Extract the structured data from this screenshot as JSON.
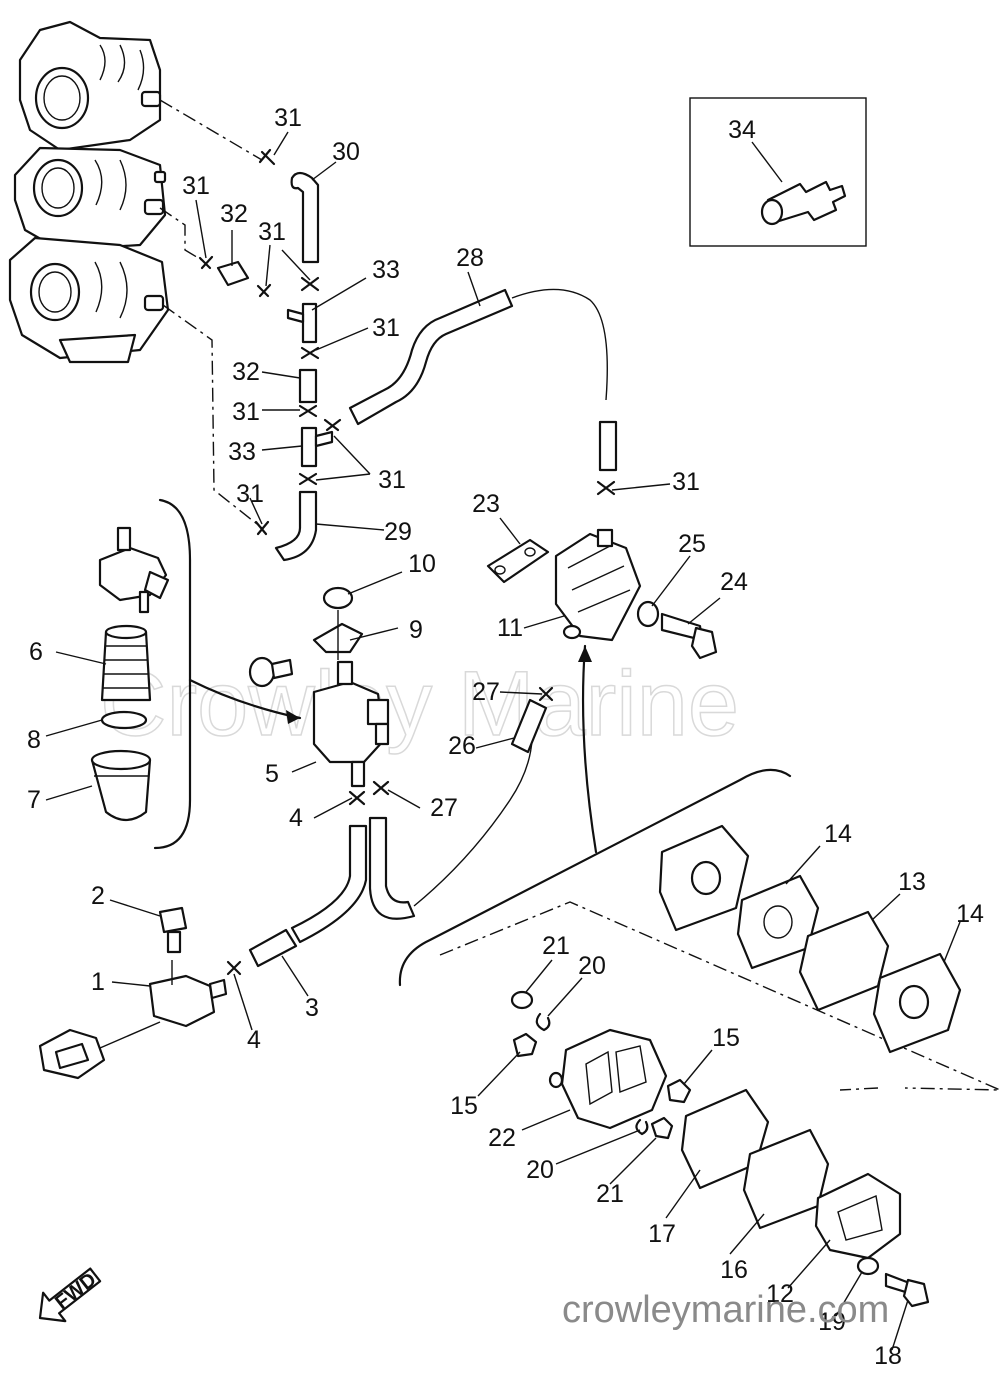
{
  "watermark": "Crowley Marine",
  "website": "crowleymarine.com",
  "fwd_label": "FWD",
  "callouts": [
    {
      "id": "c1",
      "label": "1"
    },
    {
      "id": "c2",
      "label": "2"
    },
    {
      "id": "c3",
      "label": "3"
    },
    {
      "id": "c4a",
      "label": "4"
    },
    {
      "id": "c4b",
      "label": "4"
    },
    {
      "id": "c5",
      "label": "5"
    },
    {
      "id": "c6",
      "label": "6"
    },
    {
      "id": "c7",
      "label": "7"
    },
    {
      "id": "c8",
      "label": "8"
    },
    {
      "id": "c9",
      "label": "9"
    },
    {
      "id": "c10",
      "label": "10"
    },
    {
      "id": "c11",
      "label": "11"
    },
    {
      "id": "c12",
      "label": "12"
    },
    {
      "id": "c13",
      "label": "13"
    },
    {
      "id": "c14a",
      "label": "14"
    },
    {
      "id": "c14b",
      "label": "14"
    },
    {
      "id": "c15a",
      "label": "15"
    },
    {
      "id": "c15b",
      "label": "15"
    },
    {
      "id": "c16",
      "label": "16"
    },
    {
      "id": "c17",
      "label": "17"
    },
    {
      "id": "c18",
      "label": "18"
    },
    {
      "id": "c19",
      "label": "19"
    },
    {
      "id": "c20a",
      "label": "20"
    },
    {
      "id": "c20b",
      "label": "20"
    },
    {
      "id": "c21a",
      "label": "21"
    },
    {
      "id": "c21b",
      "label": "21"
    },
    {
      "id": "c22",
      "label": "22"
    },
    {
      "id": "c23",
      "label": "23"
    },
    {
      "id": "c24",
      "label": "24"
    },
    {
      "id": "c25",
      "label": "25"
    },
    {
      "id": "c26",
      "label": "26"
    },
    {
      "id": "c27a",
      "label": "27"
    },
    {
      "id": "c27b",
      "label": "27"
    },
    {
      "id": "c28",
      "label": "28"
    },
    {
      "id": "c29",
      "label": "29"
    },
    {
      "id": "c30",
      "label": "30"
    },
    {
      "id": "c31a",
      "label": "31"
    },
    {
      "id": "c31b",
      "label": "31"
    },
    {
      "id": "c31c",
      "label": "31"
    },
    {
      "id": "c31d",
      "label": "31"
    },
    {
      "id": "c31e",
      "label": "31"
    },
    {
      "id": "c31f",
      "label": "31"
    },
    {
      "id": "c31g",
      "label": "31"
    },
    {
      "id": "c31h",
      "label": "31"
    },
    {
      "id": "c32a",
      "label": "32"
    },
    {
      "id": "c32b",
      "label": "32"
    },
    {
      "id": "c33a",
      "label": "33"
    },
    {
      "id": "c33b",
      "label": "33"
    },
    {
      "id": "c34",
      "label": "34"
    }
  ]
}
